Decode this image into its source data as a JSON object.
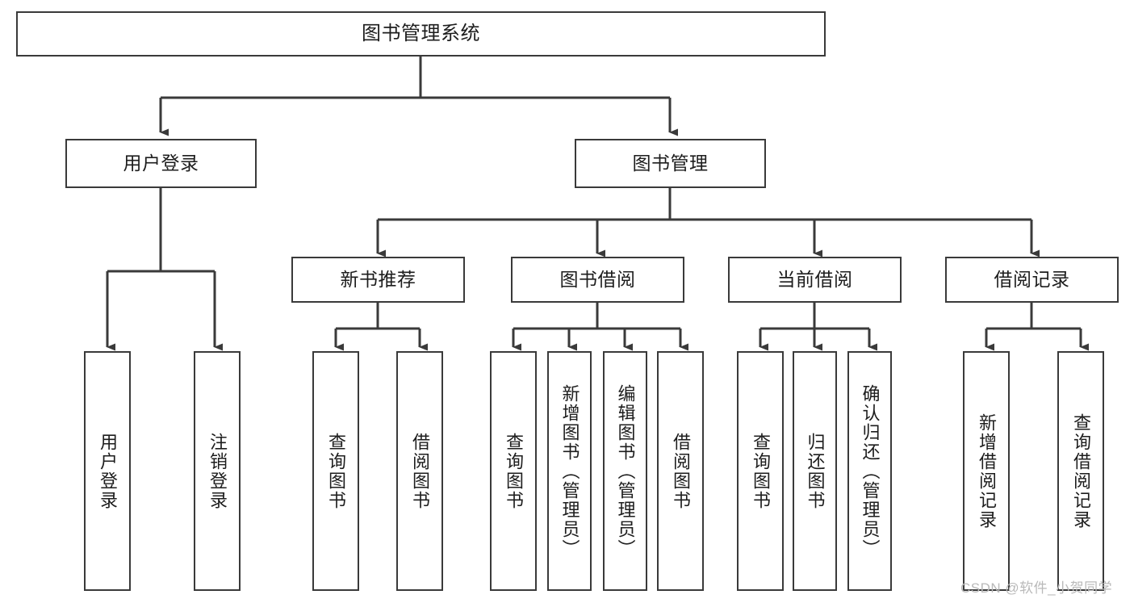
{
  "diagram": {
    "title": "图书管理系统",
    "watermark": "CSDN @软件_小贺同学",
    "colors": {
      "background": "#ffffff",
      "box_border": "#3a3a3a",
      "connector": "#3a3a3a",
      "text": "#1d1d1d",
      "watermark": "#b9b9b9"
    },
    "nodes": {
      "root": {
        "label": "图书管理系统"
      },
      "level1": [
        {
          "label": "用户登录"
        },
        {
          "label": "图书管理"
        }
      ],
      "level2": [
        {
          "label": "新书推荐"
        },
        {
          "label": "图书借阅"
        },
        {
          "label": "当前借阅"
        },
        {
          "label": "借阅记录"
        }
      ],
      "leaves": {
        "user_login": [
          {
            "label": "用户登录"
          },
          {
            "label": "注销登录"
          }
        ],
        "new_book_rec": [
          {
            "label": "查询图书"
          },
          {
            "label": "借阅图书"
          }
        ],
        "book_borrow": [
          {
            "label": "查询图书"
          },
          {
            "label": "新增图书（管理员）"
          },
          {
            "label": "编辑图书（管理员）"
          },
          {
            "label": "借阅图书"
          }
        ],
        "current_borrow": [
          {
            "label": "查询图书"
          },
          {
            "label": "归还图书"
          },
          {
            "label": "确认归还（管理员）"
          }
        ],
        "borrow_record": [
          {
            "label": "新增借阅记录"
          },
          {
            "label": "查询借阅记录"
          }
        ]
      }
    }
  }
}
